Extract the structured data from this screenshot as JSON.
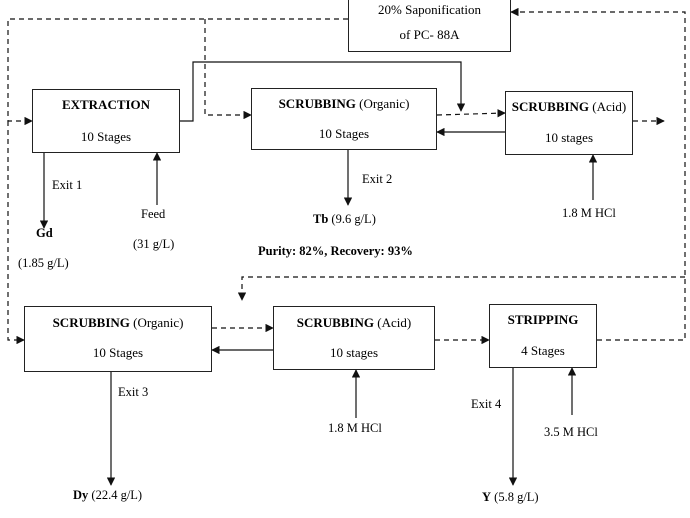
{
  "saponification": {
    "line1": "20% Saponification",
    "line2": "of PC- 88A"
  },
  "boxes": {
    "extraction": {
      "title": "EXTRACTION",
      "suffix": "",
      "stages": "10 Stages"
    },
    "scrubbing_organic_1": {
      "title": "SCRUBBING",
      "suffix": " (Organic)",
      "stages": "10 Stages"
    },
    "scrubbing_acid_1": {
      "title": "SCRUBBING",
      "suffix": " (Acid)",
      "stages": "10 stages"
    },
    "scrubbing_organic_2": {
      "title": "SCRUBBING",
      "suffix": " (Organic)",
      "stages": "10 Stages"
    },
    "scrubbing_acid_2": {
      "title": "SCRUBBING",
      "suffix": " (Acid)",
      "stages": "10 stages"
    },
    "stripping": {
      "title": "STRIPPING",
      "suffix": "",
      "stages": "4 Stages"
    }
  },
  "labels": {
    "exit1": "Exit 1",
    "gd": "Gd",
    "gd_conc": "(1.85 g/L)",
    "feed": "Feed",
    "feed_conc": "(31 g/L)",
    "exit2": "Exit 2",
    "tb": "Tb",
    "tb_conc": " (9.6 g/L)",
    "purity": "Purity: 82%, Recovery: 93%",
    "hcl_1": "1.8 M HCl",
    "exit3": "Exit 3",
    "hcl_2": "1.8 M HCl",
    "exit4": "Exit 4",
    "hcl_3": "3.5 M HCl",
    "dy": "Dy",
    "dy_conc": " (22.4 g/L)",
    "y": "Y",
    "y_conc": " (5.8 g/L)"
  }
}
